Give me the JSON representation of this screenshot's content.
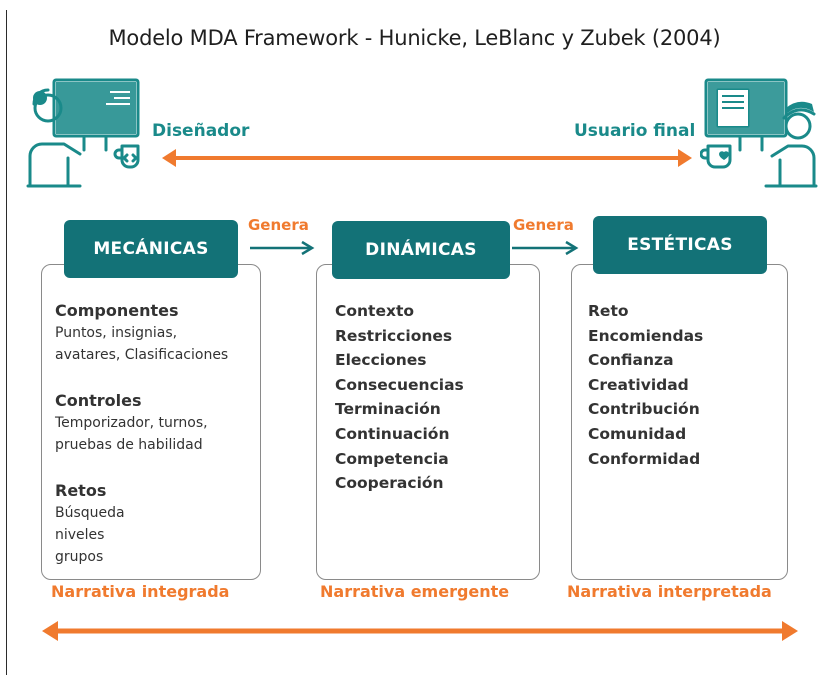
{
  "title": "Modelo MDA Framework - Hunicke, LeBlanc y Zubek (2004)",
  "roles": {
    "designer": "Diseñador",
    "user": "Usuario final"
  },
  "colors": {
    "teal": "#137277",
    "teal_text": "#1a8a8a",
    "orange": "#f07a2e"
  },
  "icons": [
    "designer-at-computer-icon",
    "user-at-computer-icon"
  ],
  "connector": "Genera",
  "columns": {
    "mecanicas": {
      "header": "MECÁNICAS",
      "groups": [
        {
          "title": "Componentes",
          "lines": [
            "Puntos, insignias,",
            "avatares, Clasificaciones"
          ]
        },
        {
          "title": "Controles",
          "lines": [
            "Temporizador, turnos,",
            "pruebas de habilidad"
          ]
        },
        {
          "title": "Retos",
          "lines": [
            "Búsqueda",
            "niveles",
            "grupos"
          ]
        }
      ],
      "narrative": "Narrativa integrada"
    },
    "dinamicas": {
      "header": "DINÁMICAS",
      "items": [
        "Contexto",
        "Restricciones",
        "Elecciones",
        "Consecuencias",
        "Terminación",
        "Continuación",
        "Competencia",
        "Cooperación"
      ],
      "narrative": "Narrativa emergente"
    },
    "esteticas": {
      "header": "ESTÉTICAS",
      "items": [
        "Reto",
        "Encomiendas",
        "Confianza",
        "Creatividad",
        "Contribución",
        "Comunidad",
        "Conformidad"
      ],
      "narrative": "Narrativa interpretada"
    }
  }
}
